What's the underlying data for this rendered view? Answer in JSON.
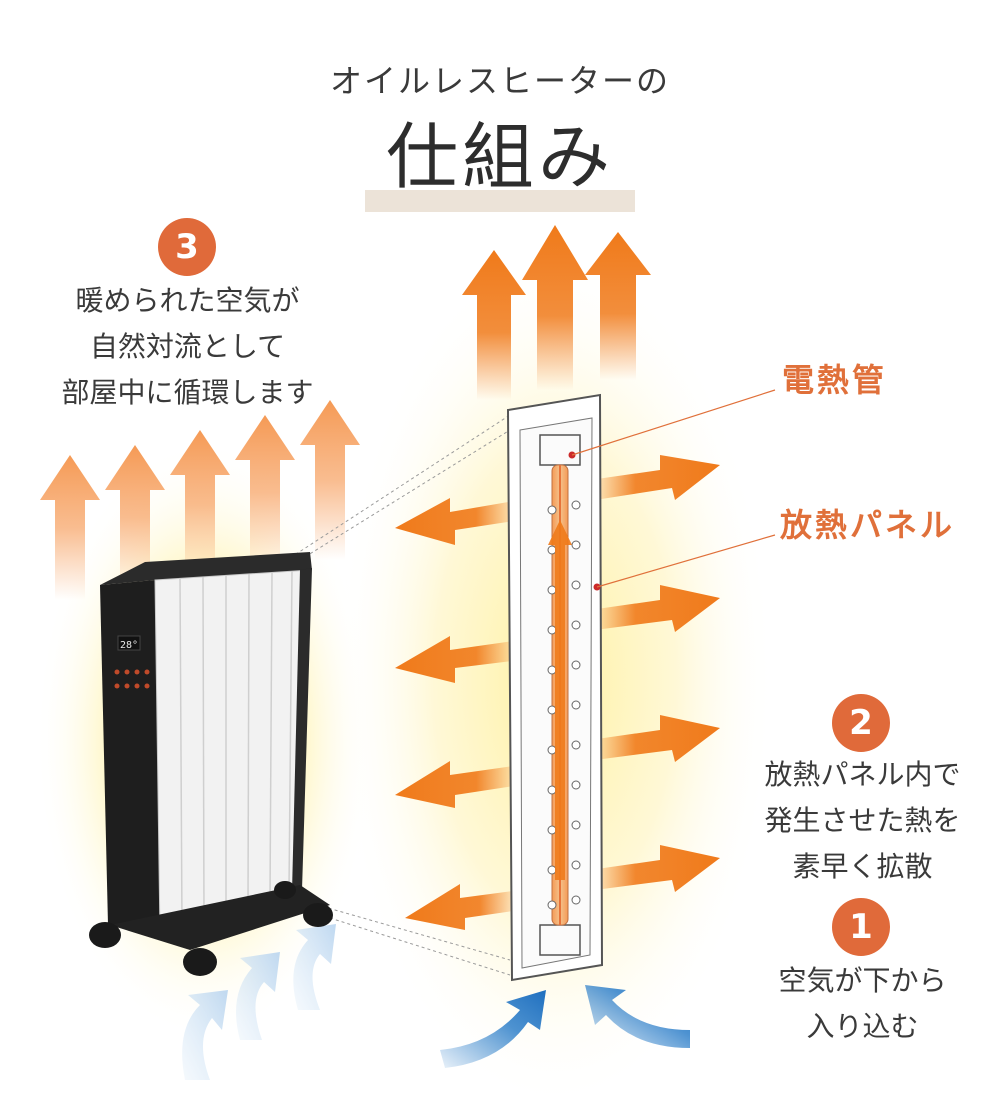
{
  "header": {
    "subtitle": "オイルレスヒーターの",
    "title": "仕組み"
  },
  "steps": [
    {
      "number": "3",
      "text": "暖められた空気が\n自然対流として\n部屋中に循環します"
    },
    {
      "number": "2",
      "text": "放熱パネル内で\n発生させた熱を\n素早く拡散"
    },
    {
      "number": "1",
      "text": "空気が下から\n入り込む"
    }
  ],
  "labels": {
    "heating_tube": "電熱管",
    "radiator_panel": "放熱パネル"
  },
  "heater_display": {
    "temperature": "28°"
  },
  "colors": {
    "accent": "#e06a3a",
    "arrow_orange": "#f07a1a",
    "cool_air_blue": "#2e7fc9",
    "glow_yellow": "#fff2a6"
  }
}
